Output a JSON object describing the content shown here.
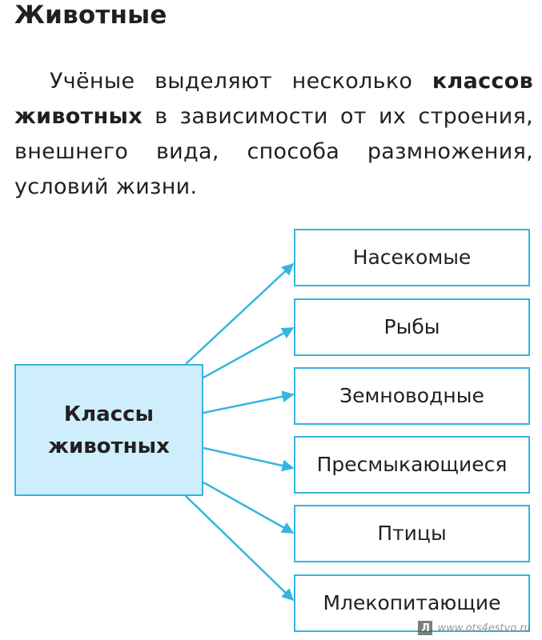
{
  "page": {
    "title": "Животные",
    "intro": {
      "part1": "Учёные выделяют несколько ",
      "bold": "классов животных",
      "part2": " в зависимости от их строения, внешнего вида, способа размножения, условий жизни."
    }
  },
  "diagram": {
    "center": "Классы\nживотных",
    "classes": [
      "Насекомые",
      "Рыбы",
      "Земноводные",
      "Пресмыкающиеся",
      "Птицы",
      "Млекопитающие"
    ],
    "colors": {
      "accent": "#36b4e0",
      "center_fill": "#cfeefc",
      "text": "#231f20"
    }
  },
  "watermark": {
    "logo": "Л",
    "text": "www.ots4estvo.ru"
  }
}
